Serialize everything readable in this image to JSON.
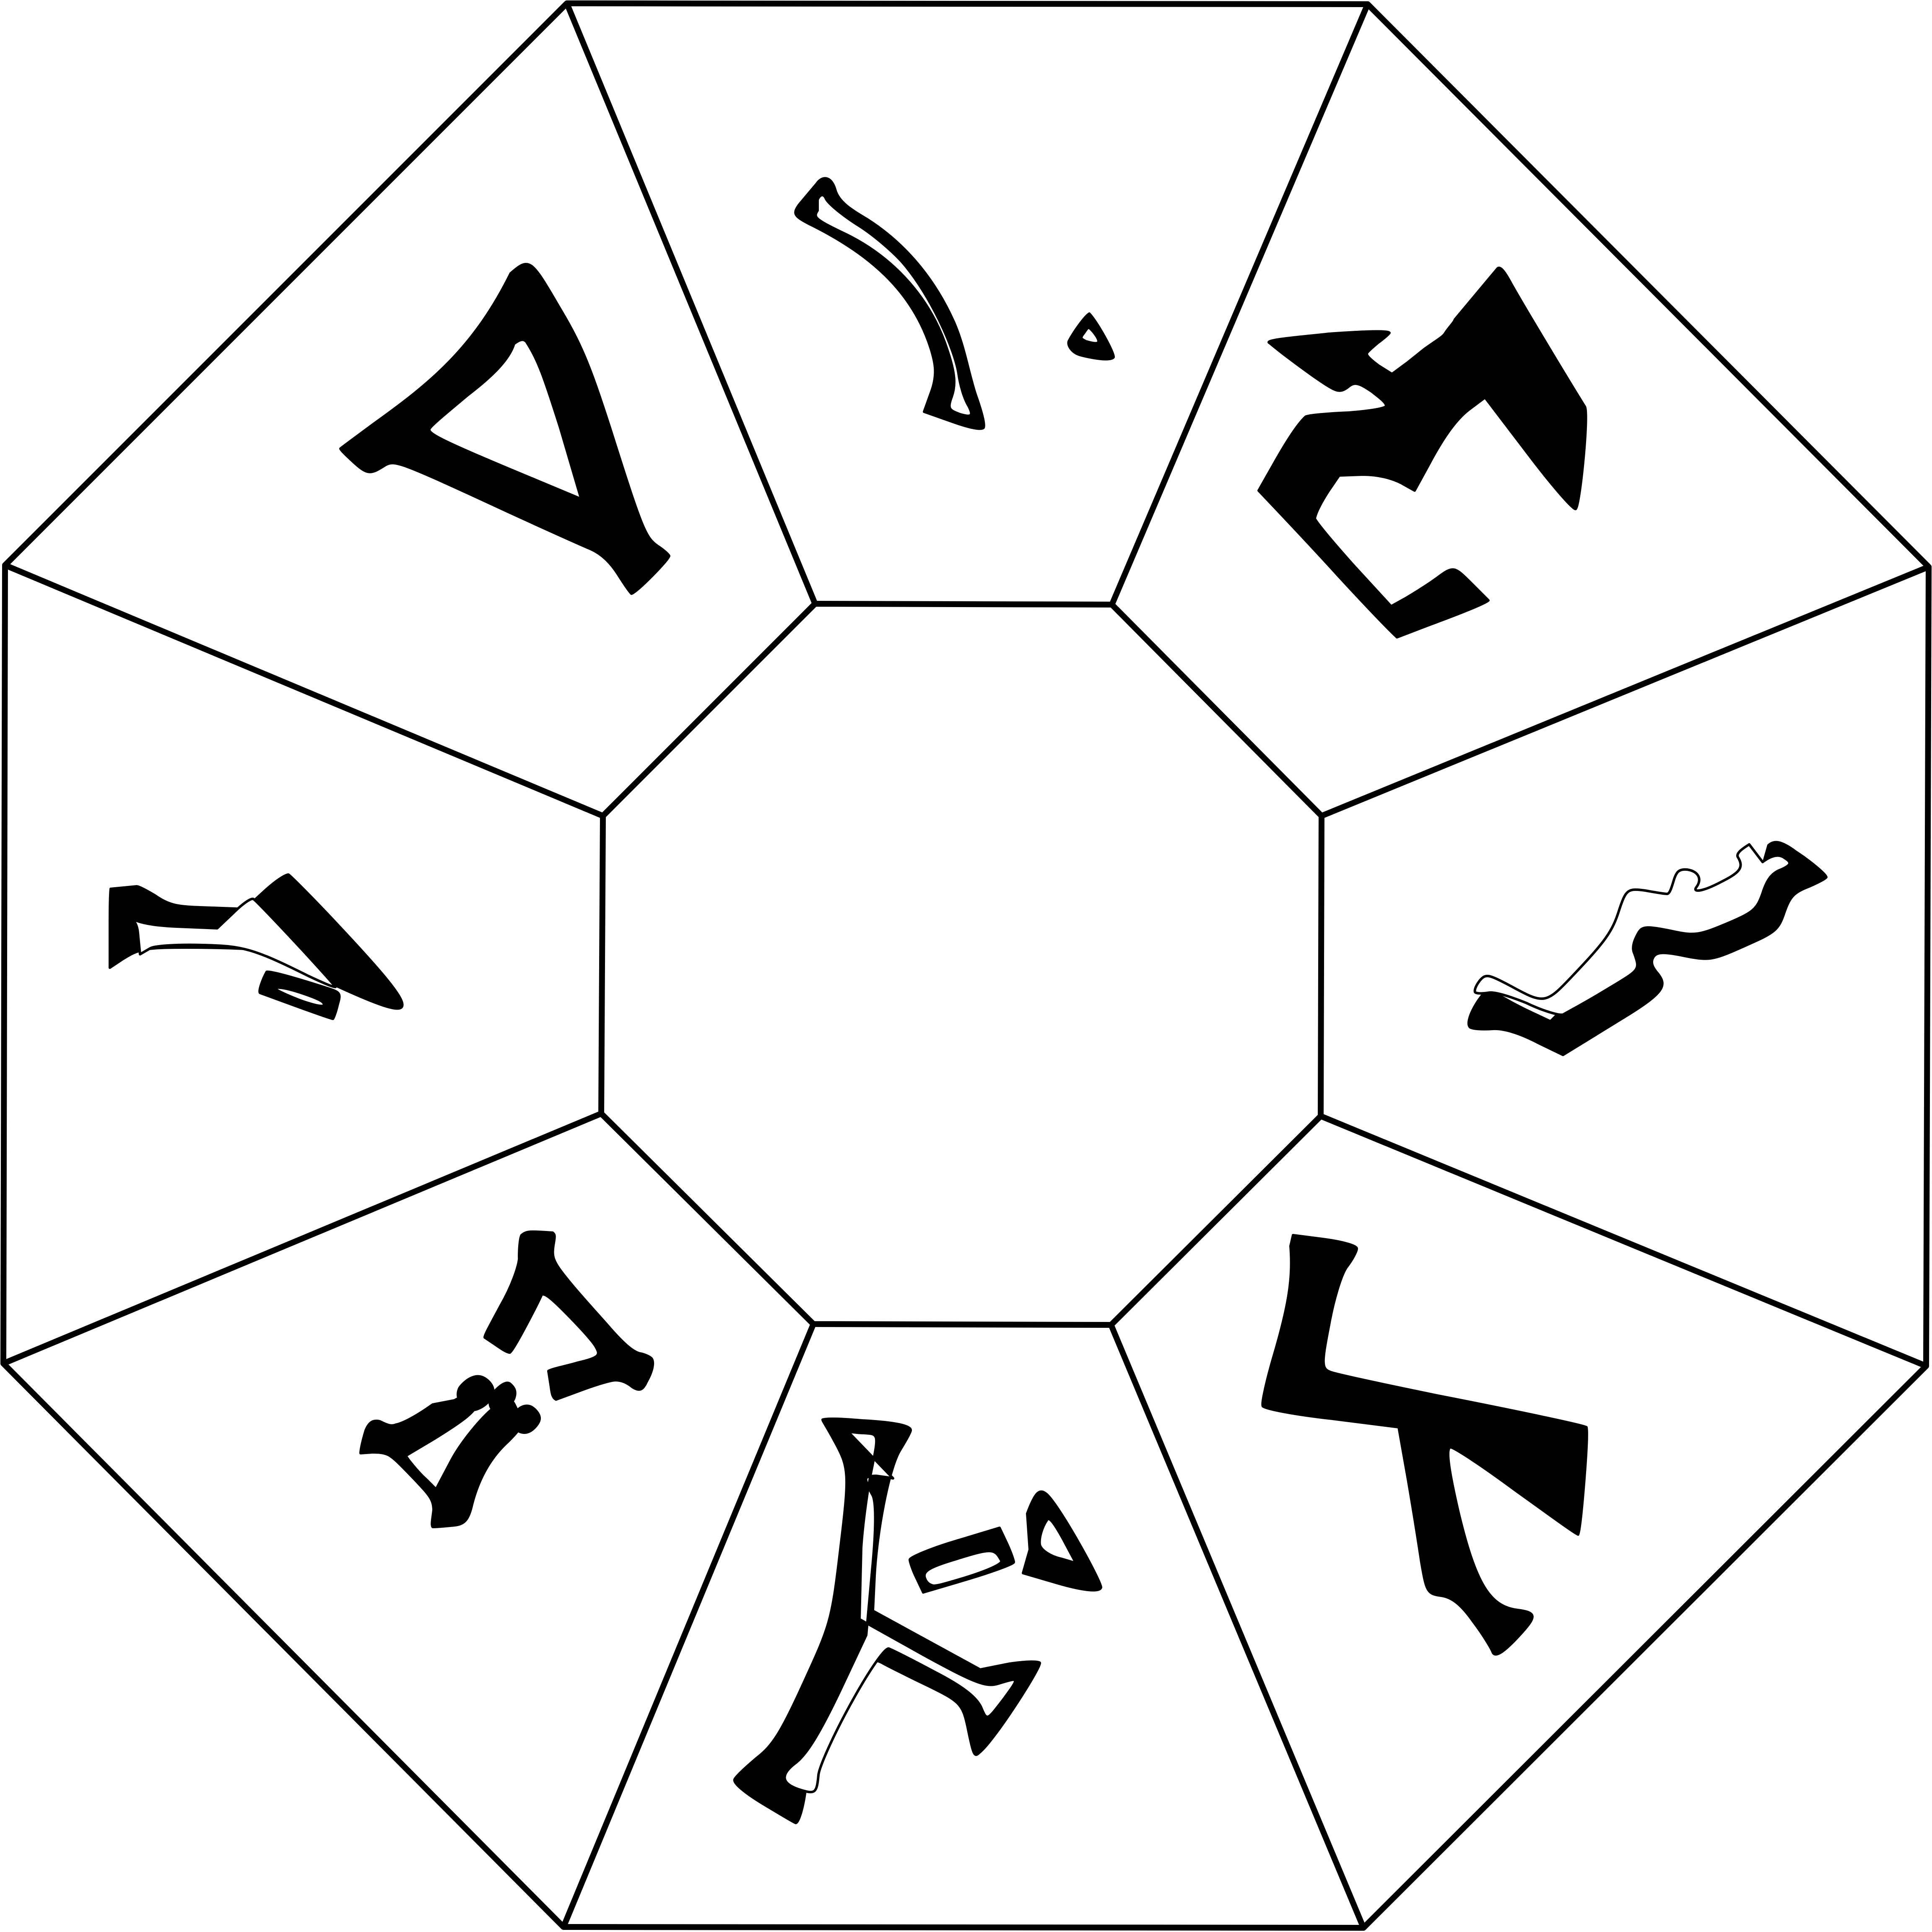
{
  "figure": {
    "shape": "octagon",
    "segments": 8,
    "background_color": "#ffffff",
    "line_color": "#000000"
  },
  "symbols": [
    {
      "panel": "top",
      "icon": "curved-stroke-with-small-triangle"
    },
    {
      "panel": "top-right",
      "icon": "hooked-glyph"
    },
    {
      "panel": "right",
      "icon": "zigzag-glyph"
    },
    {
      "panel": "bottom-right",
      "icon": "upside-down-y-glyph"
    },
    {
      "panel": "bottom",
      "icon": "angular-runes"
    },
    {
      "panel": "bottom-left",
      "icon": "hourglass-with-dots-glyph"
    },
    {
      "panel": "left",
      "icon": "flag-shaped-glyph"
    },
    {
      "panel": "top-left",
      "icon": "inverted-triangle-glyph"
    }
  ]
}
